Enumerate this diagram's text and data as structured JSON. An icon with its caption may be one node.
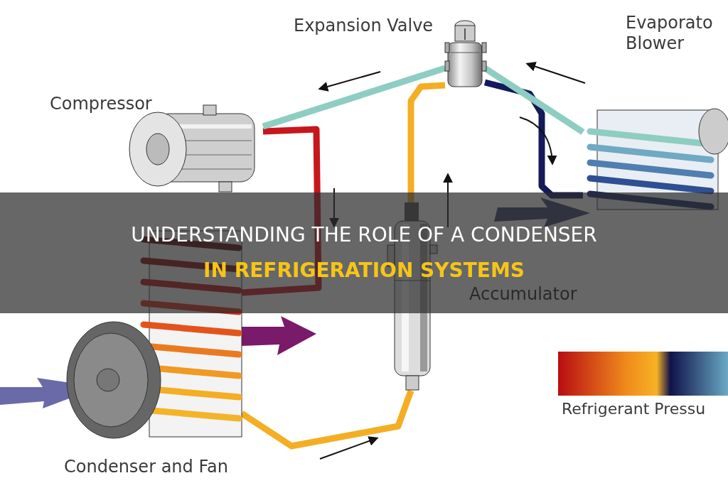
{
  "diagram": {
    "title": "UNDERSTANDING THE ROLE OF A CONDENSER IN REFRIGERATION SYSTEMS",
    "nodes": [
      {
        "text": [],
        "shape": "picture",
        "beside": [
          "Expansion Valve"
        ]
      },
      {
        "text": [],
        "shape": "picture",
        "beside": [
          "Evaporato Blower"
        ]
      },
      {
        "text": [],
        "shape": "picture",
        "beside": [
          "Compressor"
        ]
      },
      {
        "text": [],
        "shape": "picture",
        "beside": [
          "Accumulator"
        ]
      },
      {
        "text": [],
        "shape": "picture",
        "beside": [
          "Condenser and Fan"
        ]
      }
    ],
    "edges": [
      {
        "from": 2,
        "to": 4,
        "arrow": "none",
        "color": "#c8161d"
      },
      {
        "from": 4,
        "to": 3,
        "arrow": "none",
        "color": "#f4ae24"
      },
      {
        "from": 3,
        "to": 0,
        "arrow": "none",
        "color": "#f4ae24"
      },
      {
        "from": 0,
        "to": 1,
        "arrow": "none",
        "color": "#141a5a"
      },
      {
        "from": 1,
        "to": 0,
        "arrow": "none",
        "color": "#8ecdc2"
      },
      {
        "from": 0,
        "to": 2,
        "arrow": "none",
        "color": "#8ecdc2"
      }
    ],
    "legend": [
      {
        "text": "Refrigerant Pressu"
      }
    ]
  }
}
